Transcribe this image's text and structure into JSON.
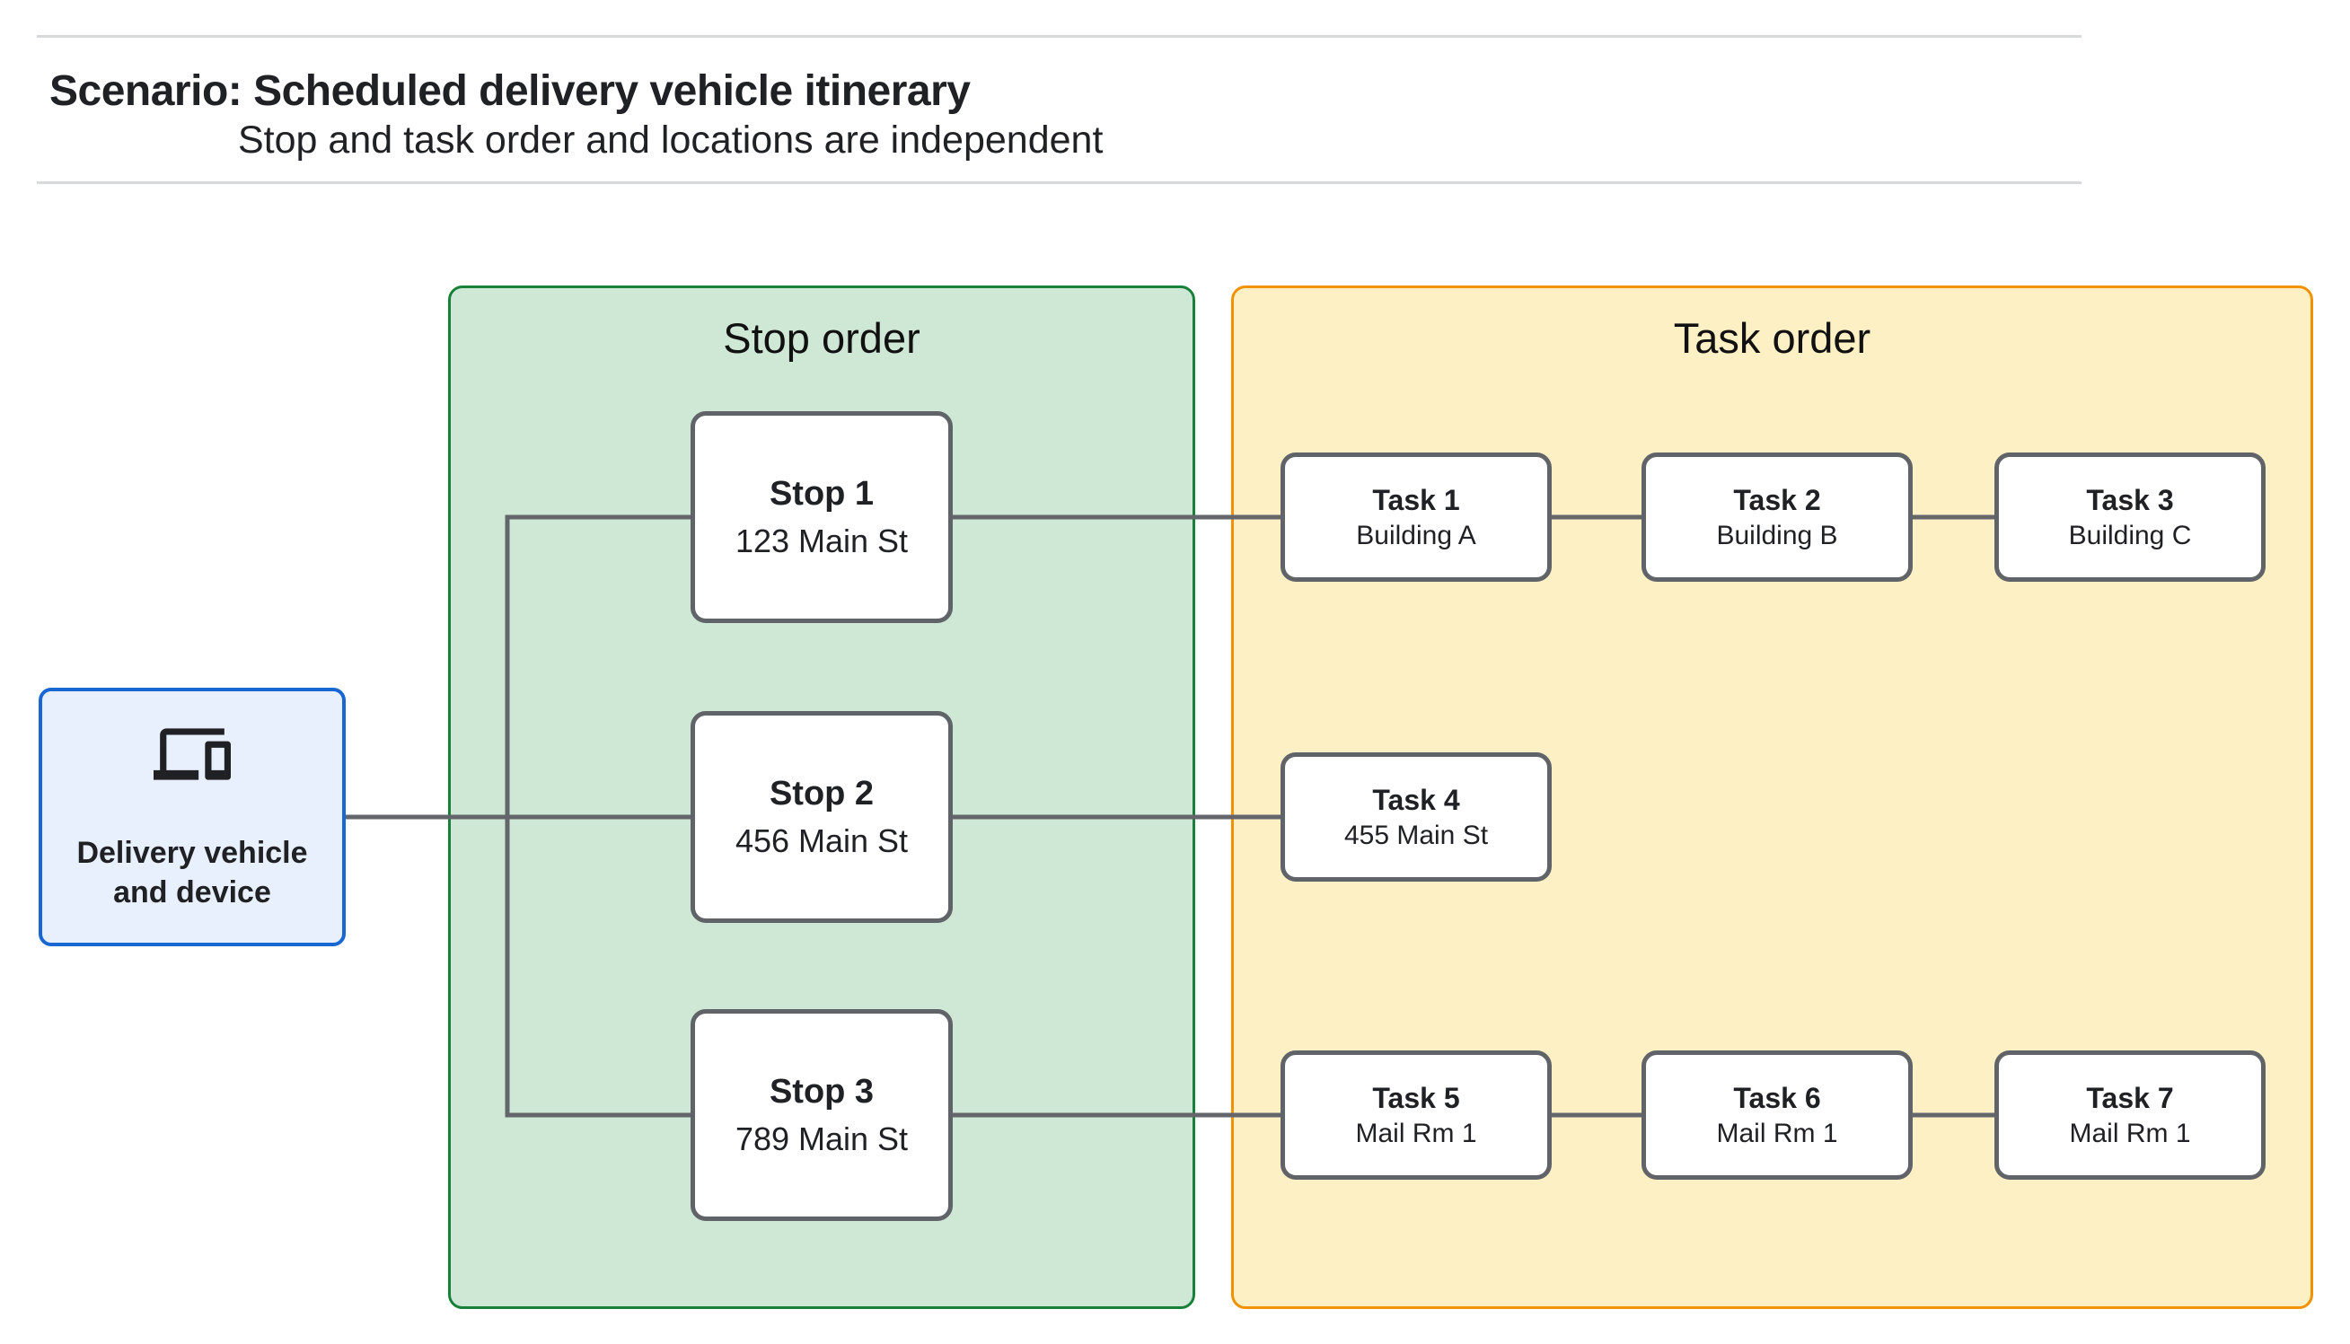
{
  "header": {
    "title": "Scenario: Scheduled delivery vehicle itinerary",
    "subtitle": "Stop and task order and locations are independent"
  },
  "vehicle_node": {
    "icon": "devices-icon",
    "label": "Delivery vehicle and device"
  },
  "stop_panel": {
    "title": "Stop order",
    "stops": [
      {
        "title": "Stop 1",
        "subtitle": "123 Main St"
      },
      {
        "title": "Stop 2",
        "subtitle": "456 Main St"
      },
      {
        "title": "Stop 3",
        "subtitle": "789 Main St"
      }
    ]
  },
  "task_panel": {
    "title": "Task order",
    "tasks": [
      {
        "title": "Task 1",
        "subtitle": "Building A"
      },
      {
        "title": "Task 2",
        "subtitle": "Building B"
      },
      {
        "title": "Task 3",
        "subtitle": "Building C"
      },
      {
        "title": "Task 4",
        "subtitle": "455 Main St"
      },
      {
        "title": "Task 5",
        "subtitle": "Mail Rm 1"
      },
      {
        "title": "Task 6",
        "subtitle": "Mail Rm 1"
      },
      {
        "title": "Task 7",
        "subtitle": "Mail Rm 1"
      }
    ]
  },
  "colors": {
    "stop_panel_fill": "#cfe8d6",
    "stop_panel_border": "#188038",
    "task_panel_fill": "#fdf0c5",
    "task_panel_border": "#f29202",
    "vehicle_fill": "#e8f0fe",
    "vehicle_border": "#1967d2",
    "node_border": "#606368",
    "connector": "#63666b",
    "text": "#202124"
  }
}
